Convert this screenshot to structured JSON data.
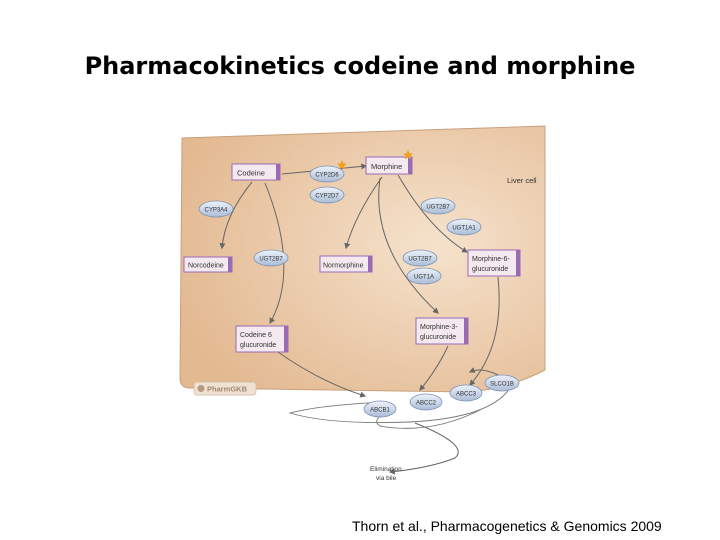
{
  "title": "Pharmacokinetics codeine and morphine",
  "citation": "Thorn et al., Pharmacogenetics & Genomics 2009",
  "diagram": {
    "cell_label": "Liver cell",
    "watermark": "PharmGKB",
    "metabolites": {
      "codeine": "Codeine",
      "morphine": "Morphine",
      "norcodeine": "Norcodeine",
      "normorphine": "Normorphine",
      "morphine6g_line1": "Morphine-6-",
      "morphine6g_line2": "glucuronide",
      "codeine6g_line1": "Codeine 6",
      "codeine6g_line2": "glucuronide",
      "morphine3g_line1": "Morphine-3-",
      "morphine3g_line2": "glucuronide"
    },
    "enzymes": {
      "cyp2d6": "CYP2D6",
      "cyp2d7": "CYP2D7",
      "cyp3a4": "CYP3A4",
      "ugt2b7_a": "UGT2B7",
      "ugt1a1": "UGT1A1",
      "ugt2b7_b": "UGT2B7",
      "ugt2b7_c": "UGT2B7",
      "ugt1a": "UGT1A"
    },
    "transporters": {
      "slco1b": "SLCO1B",
      "abcc3": "ABCC3",
      "abcc2": "ABCC2",
      "abcb1": "ABCB1"
    },
    "elimination_line1": "Elimination",
    "elimination_line2": "via bile",
    "colors": {
      "cell": "#eac6a1",
      "metabolite_purple": "#9b6ab4",
      "metabolite_light": "#f3e9ef",
      "enzyme": "#bccbe0",
      "star": "#f0a020"
    }
  }
}
